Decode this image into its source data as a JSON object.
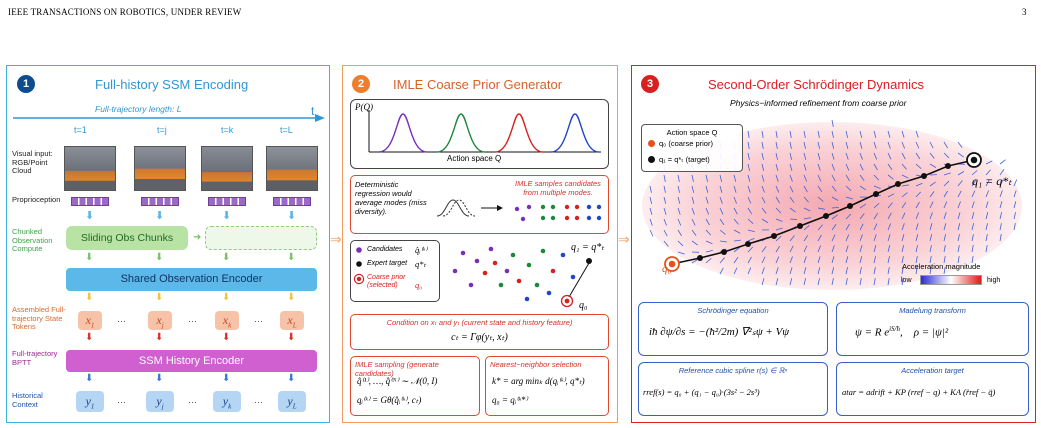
{
  "header": {
    "journal": "IEEE TRANSACTIONS ON ROBOTICS, UNDER REVIEW",
    "page": "3"
  },
  "colors": {
    "panel1": "#3fb4e2",
    "panel2": "#ef9a5e",
    "panel3": "#e02020"
  },
  "panel1": {
    "number": "1",
    "title": "Full-history SSM Encoding",
    "traj_label": "Full-trajectory length: L",
    "axis_t": "t",
    "times": [
      "t=1",
      "t=j",
      "t=k",
      "t=L"
    ],
    "row_visual": "Visual input: RGB/Point Cloud",
    "row_proprio": "Proprioception",
    "row_chunk": "Chunked Observation Compute",
    "chunk_box": "Sliding Obs Chunks",
    "encoder": "Shared Observation Encoder",
    "row_tokens": "Assembled Full-trajectory State Tokens",
    "tokens": [
      "x",
      "x",
      "x",
      "x"
    ],
    "token_subs": [
      "1",
      "j",
      "k",
      "L"
    ],
    "row_bptt": "Full-trajectory BPTT",
    "ssm": "SSM History Encoder",
    "row_context": "Historical Context",
    "outputs": [
      "y",
      "y",
      "y",
      "y"
    ],
    "output_subs": [
      "1",
      "j",
      "k",
      "L"
    ],
    "ellipsis": "···"
  },
  "panel2": {
    "number": "2",
    "title": "IMLE Coarse Prior Generator",
    "pq": "P(Q)",
    "axis": "Action space Q",
    "det_text": "Deterministic regression would average modes (miss diversity).",
    "imle_text": "IMLE samples candidates from multiple modes.",
    "legend_candidates": "Candidates",
    "legend_expert": "Expert target",
    "legend_prior": "Coarse prior (selected)",
    "sym_candidates": "q̂ᵢ⁽ᵏ⁾",
    "sym_expert": "q*ₜ",
    "sym_prior": "q₀",
    "q1eq": "q₁ = q*ₜ",
    "q0": "q₀",
    "condition_title": "Condition on xₜ and yₜ (current state and history feature)",
    "condition_eq": "cₜ = Γφ(yₜ, xₜ)",
    "imle_title": "IMLE sampling (generate candidates)",
    "imle_eq1": "q̂⁽¹⁾, …, q̂⁽ᴺ⁾ ∼ 𝒩(0, I)",
    "imle_eq2": "qᵢ⁽ᵏ⁾ = Gθ(q̂ᵢ⁽ᵏ⁾, cₜ)",
    "nn_title": "Nearest−neighbor selection",
    "nn_eq1": "k* = arg minₖ d(qᵢ⁽ᵏ⁾, q*ₜ)",
    "nn_eq2": "q₀ = qᵢ⁽ᵏ*⁾"
  },
  "panel3": {
    "number": "3",
    "title": "Second-Order Schrödinger Dynamics",
    "subtitle": "Physics−informed refinement from coarse prior",
    "legend_title": "Action space Q",
    "legend_q0": "q₀ (coarse prior)",
    "legend_q1": "q₁ = q*ₜ (target)",
    "q0": "q₀",
    "q1": "q₁ = q*ₜ",
    "accel_label": "Acceleration magnitude",
    "low": "low",
    "high": "high",
    "schrodinger_title": "Schrödinger equation",
    "madelung_title": "Madelung transform",
    "spline_title": "Reference cubic spline r(s) ∈ ℝⁿ",
    "accel_title": "Acceleration target",
    "spline_eq": "rref(s) = q₀ + (q₁ − q₀)·(3s² − 2s³)",
    "accel_eq": "atar = adrift + KP (rref − q) + KA (r̈ref − q̈)"
  }
}
